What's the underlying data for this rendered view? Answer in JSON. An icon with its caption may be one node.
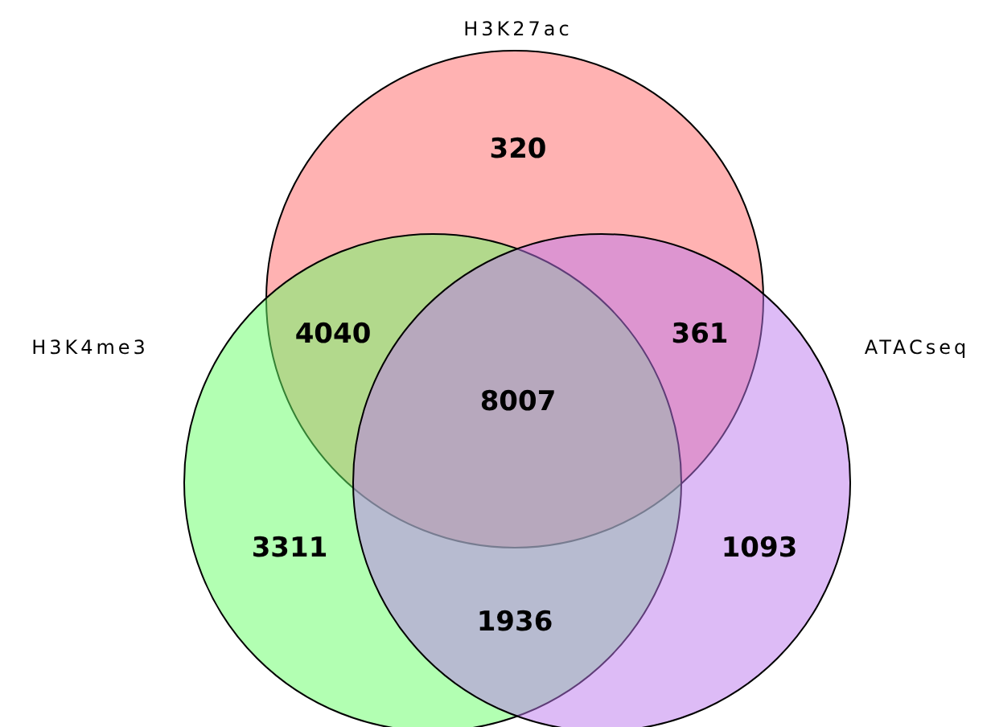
{
  "diagram": {
    "nodes": [
      {
        "text": [
          "H3K27ac"
        ]
      },
      {
        "text": [
          "H3K4me3"
        ]
      },
      {
        "text": [
          "ATACseq"
        ]
      }
    ],
    "edges": [],
    "labels": [
      "320",
      "4040",
      "361",
      "8007",
      "3311",
      "1093",
      "1936"
    ]
  }
}
